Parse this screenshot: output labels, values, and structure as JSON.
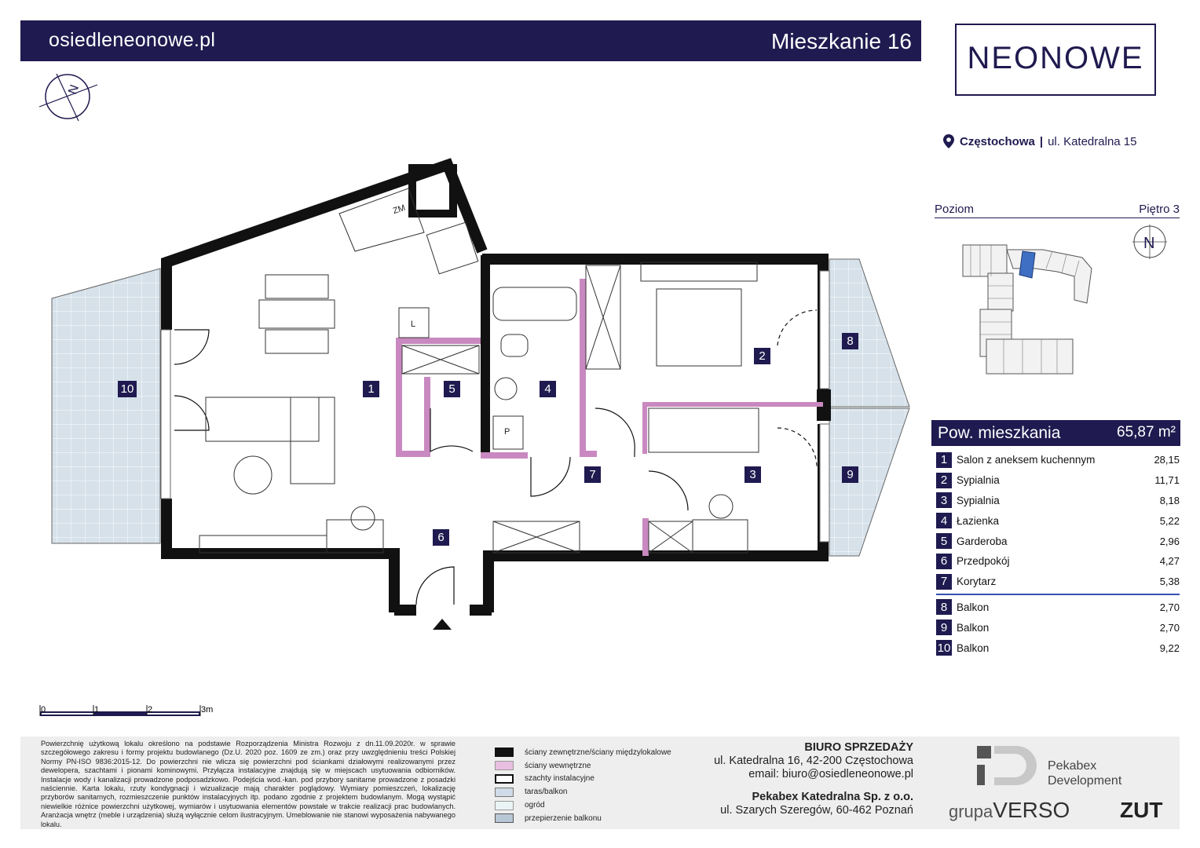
{
  "header": {
    "url": "osiedleneonowe.pl",
    "apartment": "Mieszkanie 16"
  },
  "brand": {
    "logo_text": "NEONOWE"
  },
  "location": {
    "city": "Częstochowa",
    "separator": "|",
    "address": "ul. Katedralna 15"
  },
  "level": {
    "label": "Poziom",
    "value": "Piętro 3",
    "north": "N"
  },
  "area": {
    "label": "Pow. mieszkania",
    "value": "65,87 m²"
  },
  "rooms": [
    {
      "num": "1",
      "name": "Salon z aneksem kuchennym",
      "value": "28,15"
    },
    {
      "num": "2",
      "name": "Sypialnia",
      "value": "11,71"
    },
    {
      "num": "3",
      "name": "Sypialnia",
      "value": "8,18"
    },
    {
      "num": "4",
      "name": "Łazienka",
      "value": "5,22"
    },
    {
      "num": "5",
      "name": "Garderoba",
      "value": "2,96"
    },
    {
      "num": "6",
      "name": "Przedpokój",
      "value": "4,27"
    },
    {
      "num": "7",
      "name": "Korytarz",
      "value": "5,38"
    }
  ],
  "balconies": [
    {
      "num": "8",
      "name": "Balkon",
      "value": "2,70"
    },
    {
      "num": "9",
      "name": "Balkon",
      "value": "2,70"
    },
    {
      "num": "10",
      "name": "Balkon",
      "value": "9,22"
    }
  ],
  "plan": {
    "labels": [
      "1",
      "2",
      "3",
      "4",
      "5",
      "6",
      "7",
      "8",
      "9",
      "10"
    ],
    "fixtures": {
      "zm": "ZM",
      "l": "L",
      "p": "P"
    }
  },
  "scale": {
    "ticks": [
      "0",
      "1",
      "2",
      "3m"
    ]
  },
  "legal_text": "Powierzchnię użytkową lokalu określono na podstawie Rozporządzenia Ministra Rozwoju z dn.11.09.2020r. w sprawie szczegółowego zakresu i formy projektu budowlanego (Dz.U. 2020 poz. 1609 ze zm.) oraz przy uwzględnieniu treści Polskiej Normy PN-ISO 9836:2015-12. Do powierzchni nie wlicza się powierzchni pod ściankami działowymi realizowanymi przez dewelopera, szachtami i pionami kominowymi. Przyłącza instalacyjne znajdują się w miejscach usytuowania odbiorników. Instalacje wody i kanalizacji prowadzone podposadzkowo. Podejścia wod.-kan. pod przybory sanitarne prowadzone z posadzki naściennie. Karta lokalu, rzuty kondygnacji i wizualizacje mają charakter poglądowy. Wymiary pomieszczeń, lokalizację przyborów sanitarnych, rozmieszczenie punktów instalacyjnych itp. podano zgodnie z projektem budowlanym. Mogą wystąpić niewielkie różnice powierzchni użytkowej, wymiarów i usytuowania elementów powstałe w trakcie realizacji prac budowlanych. Aranżacja wnętrz (meble i urządzenia) służą wyłącznie celom ilustracyjnym. Umeblowanie nie stanowi wyposażenia nabywanego lokalu.",
  "legend": [
    {
      "label": "ściany zewnętrzne/ściany międzylokalowe",
      "color": "#111111"
    },
    {
      "label": "ściany wewnętrzne",
      "color": "#e8bfe0"
    },
    {
      "label": "szachty instalacyjne",
      "color": "#ffffff"
    },
    {
      "label": "taras/balkon",
      "color": "#cfdbe6"
    },
    {
      "label": "ogród",
      "color": "#eaf4f4"
    },
    {
      "label": "przepierzenie balkonu",
      "color": "#b8c7d6"
    }
  ],
  "office": {
    "title": "BIURO SPRZEDAŻY",
    "address": "ul. Katedralna 16, 42-200 Częstochowa",
    "email": "email: biuro@osiedleneonowe.pl",
    "company": "Pekabex Katedralna Sp. z o.o.",
    "company_address": "ul. Szarych Szeregów, 60-462 Poznań"
  },
  "partners": {
    "dev_line1": "Pekabex",
    "dev_line2": "Development",
    "grupa": "grupa",
    "verso": "VERSO",
    "zut": "ZUT"
  },
  "colors": {
    "navy": "#1f1a4f",
    "balcony": "#d6e1ea",
    "inner_wall": "#c989c0"
  }
}
